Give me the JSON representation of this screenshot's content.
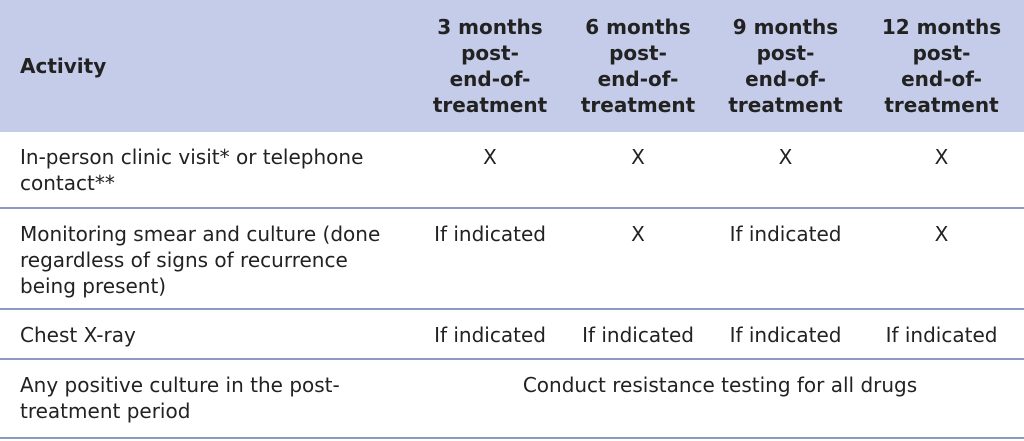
{
  "table": {
    "headers": {
      "activity": "Activity",
      "months": [
        [
          "3 months",
          "post-",
          "end-of-",
          "treatment"
        ],
        [
          "6 months",
          "post-",
          "end-of-",
          "treatment"
        ],
        [
          "9 months",
          "post-",
          "end-of-",
          "treatment"
        ],
        [
          "12 months",
          "post-",
          "end-of-",
          "treatment"
        ]
      ]
    },
    "rows": [
      {
        "activity": [
          "In-person clinic visit* or telephone",
          "contact**"
        ],
        "values": [
          "X",
          "X",
          "X",
          "X"
        ]
      },
      {
        "activity": [
          "Monitoring smear and culture (done",
          "regardless of signs of recurrence",
          "being present)"
        ],
        "values": [
          "If indicated",
          "X",
          "If indicated",
          "X"
        ]
      },
      {
        "activity": [
          "Chest X-ray"
        ],
        "values": [
          "If indicated",
          "If indicated",
          "If indicated",
          "If indicated"
        ]
      },
      {
        "activity": [
          "Any positive culture in the post-",
          "treatment period"
        ],
        "merged_value": "Conduct resistance testing for all drugs"
      }
    ]
  }
}
